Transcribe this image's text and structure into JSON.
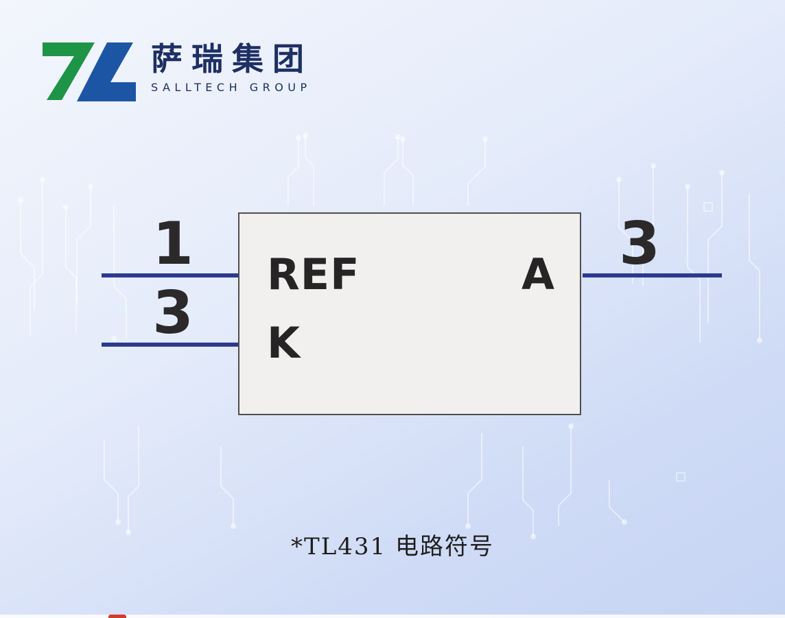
{
  "logo": {
    "cn": "萨瑞集团",
    "en": "SALLTECH GROUP"
  },
  "symbol": {
    "ref_label": "REF",
    "k_label": "K",
    "a_label": "A",
    "pin_left_top": "1",
    "pin_left_bottom": "3",
    "pin_right": "3"
  },
  "caption": "*TL431 电路符号",
  "colors": {
    "wire": "#2c3a8e",
    "ic_fill": "#f1f0ee",
    "ic_border": "#4e4e4e",
    "pin_text": "#2b2929",
    "logo_green": "#1e9447",
    "logo_blue": "#1d55a5",
    "logo_text": "#1d2f63",
    "background_top": "#f3f6fc",
    "background_bottom": "#c6d4f3"
  }
}
